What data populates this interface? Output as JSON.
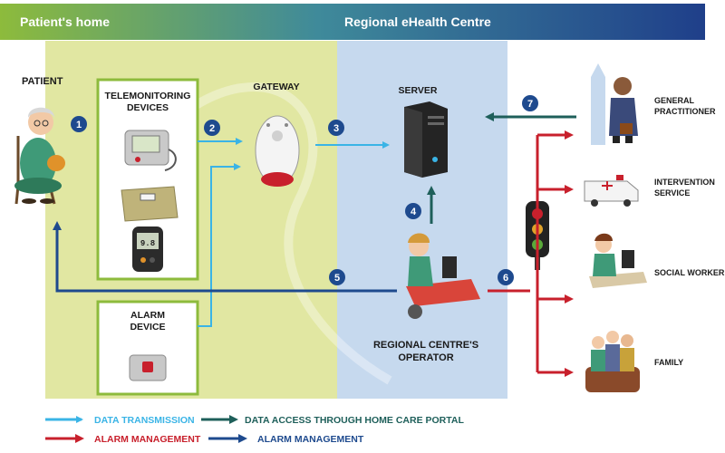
{
  "header": {
    "left": "Patient's home",
    "right": "Regional eHealth Centre"
  },
  "nodes": {
    "patient": "PATIENT",
    "telemonitoring": [
      "TELEMONITORING",
      "DEVICES"
    ],
    "alarm_device": [
      "ALARM",
      "DEVICE"
    ],
    "gateway": "GATEWAY",
    "server": "SERVER",
    "operator": [
      "REGIONAL CENTRE'S",
      "OPERATOR"
    ],
    "general_practitioner": [
      "GENERAL",
      "PRACTITIONER"
    ],
    "intervention_service": [
      "INTERVENTION",
      "SERVICE"
    ],
    "social_worker": "SOCIAL WORKER",
    "family": "FAMILY"
  },
  "device_readout": "9.8",
  "steps": [
    "1",
    "2",
    "3",
    "4",
    "5",
    "6",
    "7"
  ],
  "legend": [
    {
      "label": "DATA TRANSMISSION",
      "color": "#3ab4e6"
    },
    {
      "label": "DATA ACCESS THROUGH HOME CARE PORTAL",
      "color": "#1e5f5a"
    },
    {
      "label": "ALARM MANAGEMENT",
      "color": "#c8202c"
    },
    {
      "label": "ALARM MANAGEMENT",
      "color": "#1e4a8e"
    }
  ],
  "colors": {
    "data_transmission": "#3ab4e6",
    "portal_access": "#1e5f5a",
    "alarm_red": "#c8202c",
    "alarm_blue": "#1e4a8e",
    "home_zone": "#e1e7a2",
    "centre_zone": "#c6d9ee",
    "header_green": "#8dbb3c",
    "header_blue": "#1f4f94"
  }
}
